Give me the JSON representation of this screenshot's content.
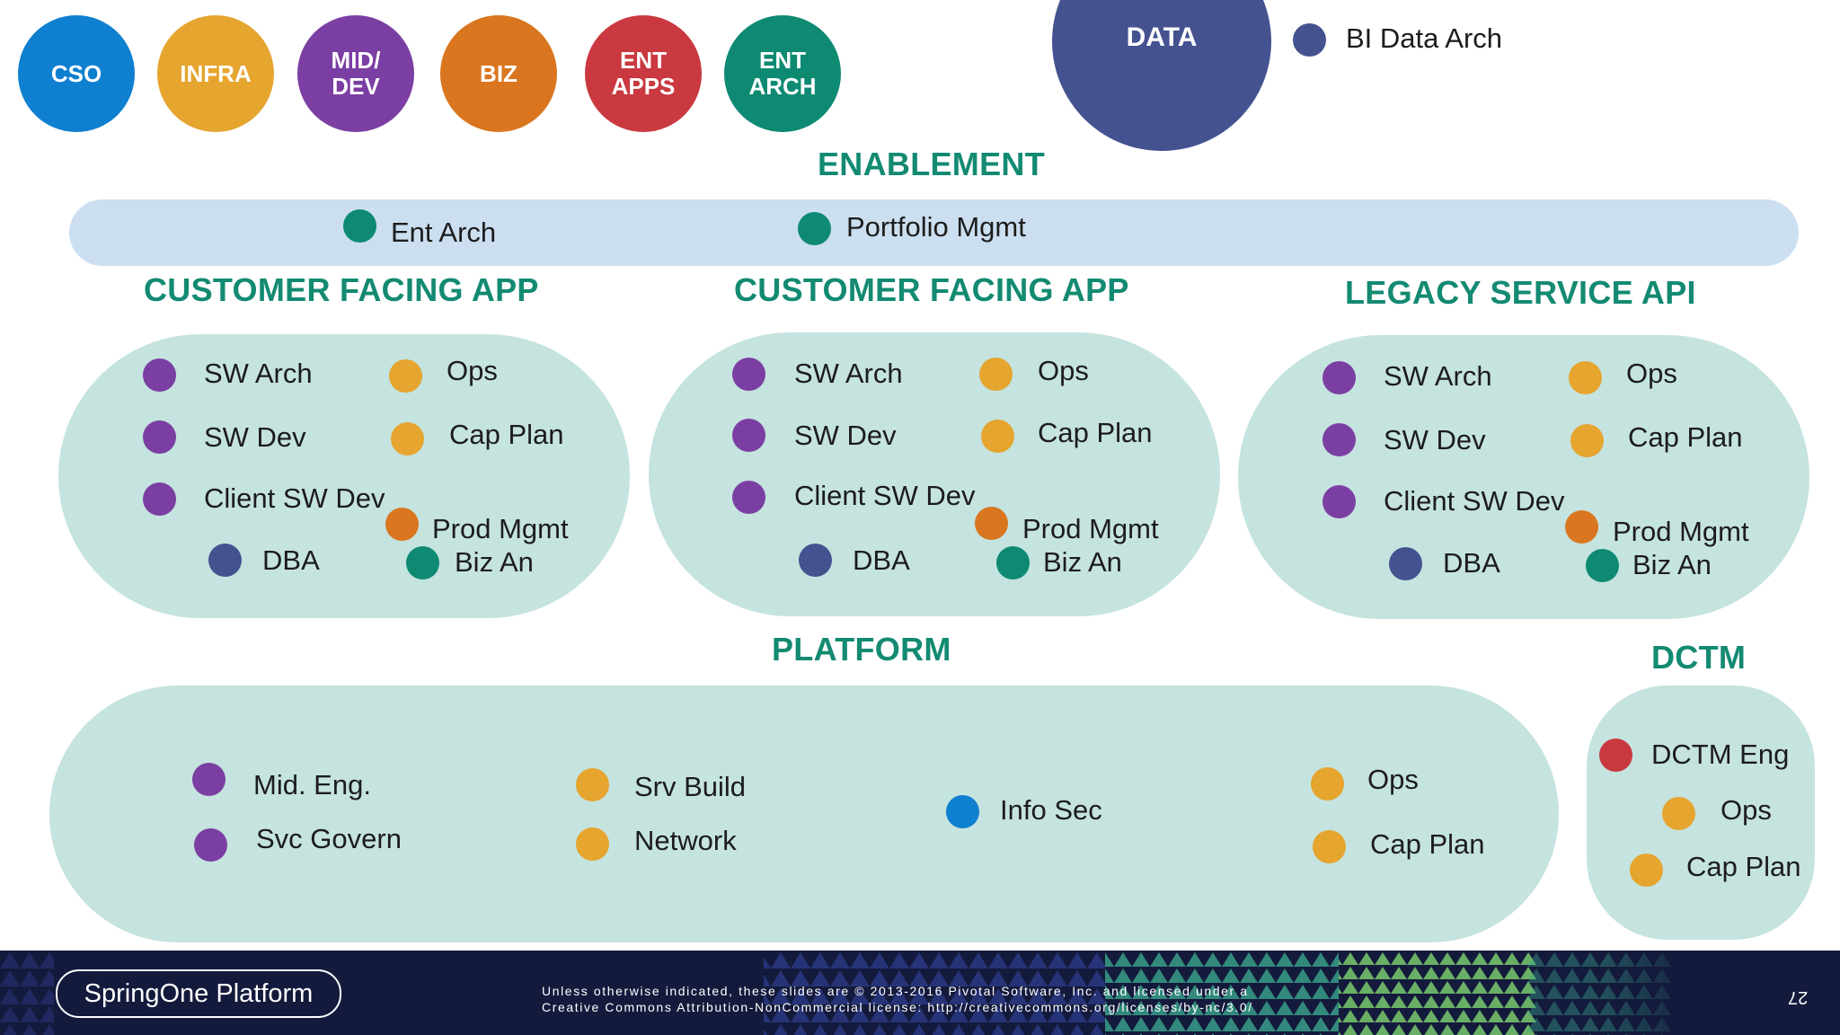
{
  "colors": {
    "cso": "#0f7fd0",
    "infra": "#e5a52f",
    "middev": "#7b3fa3",
    "biz": "#d9761f",
    "entapps": "#c9393f",
    "entarch": "#0e8a73",
    "data": "#455290",
    "heading": "#138a72",
    "pill": "#c5e3df",
    "enablement_bar": "#cbdff0"
  },
  "top_circles": [
    {
      "label": "CSO"
    },
    {
      "label": "INFRA"
    },
    {
      "label": "MID/\nDEV"
    },
    {
      "label": "BIZ"
    },
    {
      "label": "ENT\nAPPS"
    },
    {
      "label": "ENT\nARCH"
    }
  ],
  "data_circle": {
    "label": "DATA"
  },
  "bi_data_arch": {
    "label": "BI Data Arch"
  },
  "enablement": {
    "title": "ENABLEMENT",
    "items": [
      {
        "label": "Ent Arch"
      },
      {
        "label": "Portfolio Mgmt"
      }
    ]
  },
  "sections": [
    {
      "title": "CUSTOMER FACING APP",
      "items": [
        {
          "label": "SW Arch"
        },
        {
          "label": "Ops"
        },
        {
          "label": "SW Dev"
        },
        {
          "label": "Cap Plan"
        },
        {
          "label": "Client SW Dev"
        },
        {
          "label": "Prod Mgmt"
        },
        {
          "label": "DBA"
        },
        {
          "label": "Biz An"
        }
      ]
    },
    {
      "title": "CUSTOMER FACING APP",
      "items": [
        {
          "label": "SW Arch"
        },
        {
          "label": "Ops"
        },
        {
          "label": "SW Dev"
        },
        {
          "label": "Cap Plan"
        },
        {
          "label": "Client SW Dev"
        },
        {
          "label": "Prod Mgmt"
        },
        {
          "label": "DBA"
        },
        {
          "label": "Biz An"
        }
      ]
    },
    {
      "title": "LEGACY SERVICE API",
      "items": [
        {
          "label": "SW Arch"
        },
        {
          "label": "Ops"
        },
        {
          "label": "SW Dev"
        },
        {
          "label": "Cap Plan"
        },
        {
          "label": "Client SW Dev"
        },
        {
          "label": "Prod Mgmt"
        },
        {
          "label": "DBA"
        },
        {
          "label": "Biz An"
        }
      ]
    }
  ],
  "platform": {
    "title": "PLATFORM",
    "items": [
      {
        "label": "Mid. Eng."
      },
      {
        "label": "Svc Govern"
      },
      {
        "label": "Srv Build"
      },
      {
        "label": "Network"
      },
      {
        "label": "Info Sec"
      },
      {
        "label": "Ops"
      },
      {
        "label": "Cap Plan"
      }
    ]
  },
  "dctm": {
    "title": "DCTM",
    "items": [
      {
        "label": "DCTM Eng"
      },
      {
        "label": "Ops"
      },
      {
        "label": "Cap Plan"
      }
    ]
  },
  "footer": {
    "logo": "SpringOne Platform",
    "legal_line1": "Unless otherwise indicated, these slides are © 2013-2016 Pivotal Software, Inc. and licensed under a",
    "legal_line2": "Creative Commons Attribution-NonCommercial license: http://creativecommons.org/licenses/by-nc/3.0/",
    "page_number": "27"
  }
}
